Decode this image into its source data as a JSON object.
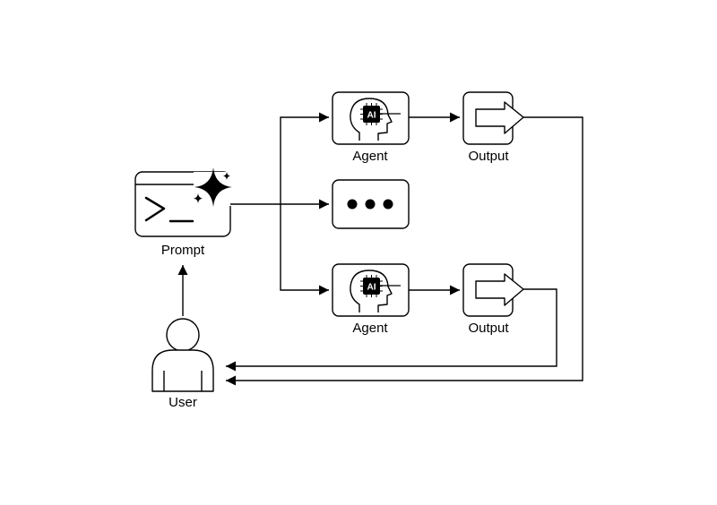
{
  "labels": {
    "prompt": "Prompt",
    "agent_top": "Agent",
    "output_top": "Output",
    "agent_bottom": "Agent",
    "output_bottom": "Output",
    "user": "User",
    "chip_top": "AI",
    "chip_bottom": "AI"
  },
  "icons": {
    "prompt": "terminal-sparkle-icon",
    "agent": "ai-head-icon",
    "more": "ellipsis-icon",
    "output": "arrow-right-icon",
    "user": "user-icon"
  },
  "colors": {
    "stroke": "#000000",
    "background": "#ffffff"
  }
}
